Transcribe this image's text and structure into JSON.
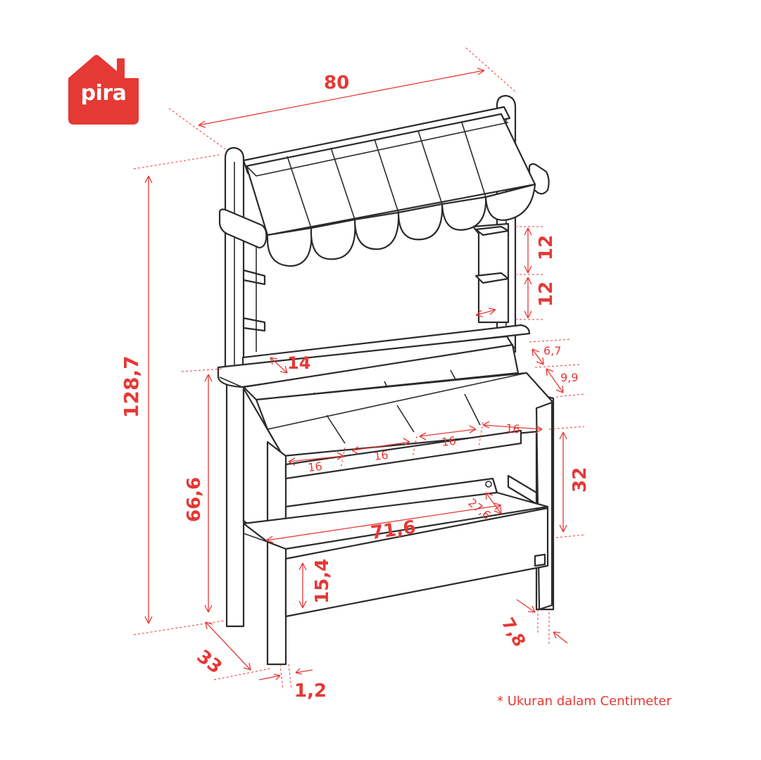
{
  "brand": {
    "name": "pira",
    "color": "#e53935"
  },
  "note": "* Ukuran dalam Centimeter",
  "dimensions": {
    "width": "80",
    "height": "128,7",
    "depth": "33",
    "counter_height": "66,6",
    "shelf_gap_upper": "12",
    "shelf_gap_lower": "12",
    "side_shelf_depth": "14",
    "bin_depth_top": "6,7",
    "bin_depth_front": "9,9",
    "bin_width_front_1": "16",
    "bin_width_front_2": "16",
    "bin_width_front_3": "16",
    "bin_width_back": "16",
    "inner_width": "71,6",
    "lower_shelf_depth": "27,6",
    "lower_gap": "32",
    "front_panel_height": "15,4",
    "leg_width": "7,8",
    "panel_thickness": "1,2"
  },
  "colors": {
    "outline": "#2b2b2b",
    "dimension": "#e53935",
    "background": "#ffffff"
  }
}
